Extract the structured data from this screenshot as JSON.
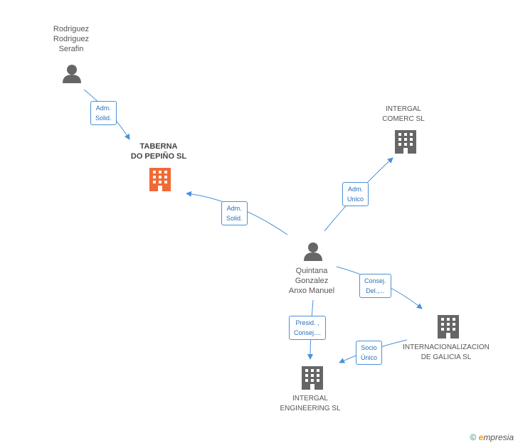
{
  "nodes": {
    "rodriguez": {
      "lines": [
        "Rodriguez",
        "Rodriguez",
        "Serafin"
      ],
      "type": "person"
    },
    "taberna": {
      "lines": [
        "TABERNA",
        "DO PEPIÑO SL"
      ],
      "type": "company-main"
    },
    "quintana": {
      "lines": [
        "Quintana",
        "Gonzalez",
        "Anxo Manuel"
      ],
      "type": "person"
    },
    "intergal_comerc": {
      "lines": [
        "INTERGAL",
        "COMERC SL"
      ],
      "type": "company"
    },
    "internacionalizacion": {
      "lines": [
        "INTERNACIONALIZACION",
        "DE GALICIA SL"
      ],
      "type": "company"
    },
    "intergal_engineering": {
      "lines": [
        "INTERGAL",
        "ENGINEERING SL"
      ],
      "type": "company"
    }
  },
  "edges": [
    {
      "id": "e1",
      "lines": [
        "Adm.",
        "Solid."
      ]
    },
    {
      "id": "e2",
      "lines": [
        "Adm.",
        "Solid."
      ]
    },
    {
      "id": "e3",
      "lines": [
        "Adm.",
        "Unico"
      ]
    },
    {
      "id": "e4",
      "lines": [
        "Consej.",
        "Del.,..."
      ]
    },
    {
      "id": "e5",
      "lines": [
        "Presid. ,",
        "Consej...."
      ]
    },
    {
      "id": "e6",
      "lines": [
        "Socio",
        "Único"
      ]
    }
  ],
  "colors": {
    "edge": "#4a90d9",
    "person": "#666666",
    "company": "#666666",
    "company_main": "#f06a35"
  },
  "watermark": {
    "copyright": "©",
    "brand_e": "e",
    "brand_rest": "mpresia"
  }
}
